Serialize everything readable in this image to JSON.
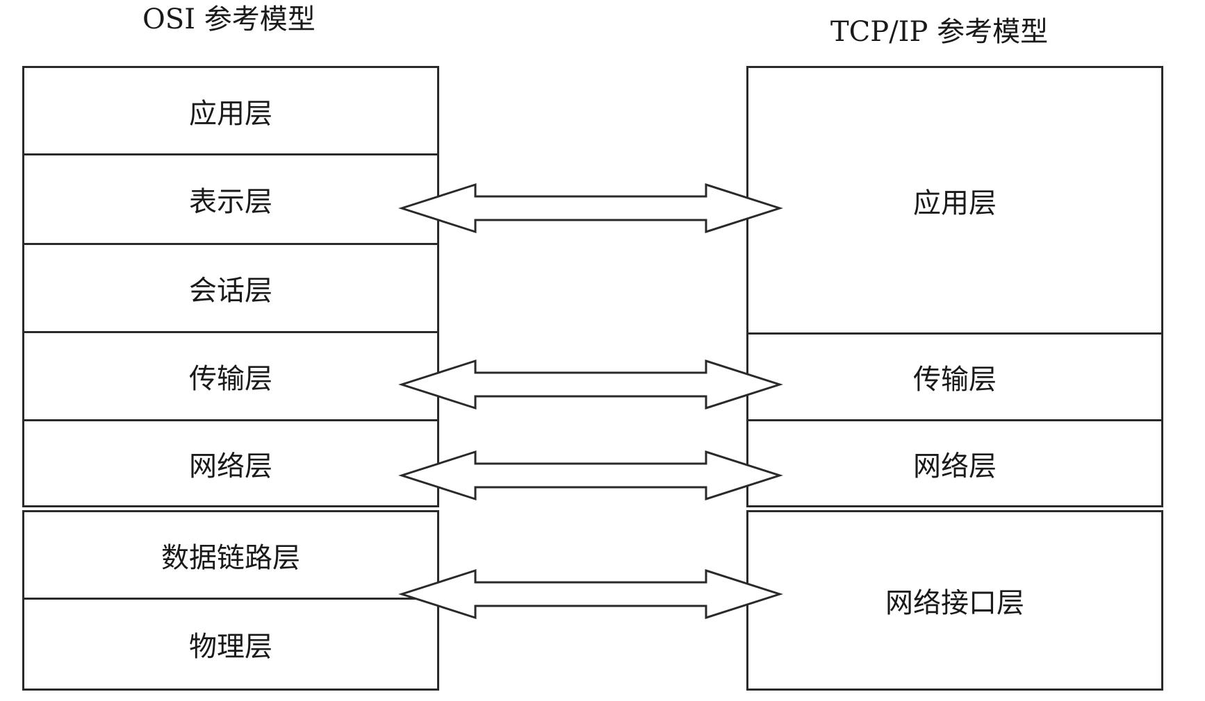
{
  "osi": {
    "title": "OSI 参考模型",
    "layers": [
      {
        "label": "应用层"
      },
      {
        "label": "表示层"
      },
      {
        "label": "会话层"
      },
      {
        "label": "传输层"
      },
      {
        "label": "网络层"
      },
      {
        "label": "数据链路层"
      },
      {
        "label": "物理层"
      }
    ]
  },
  "tcpip": {
    "title": "TCP/IP 参考模型",
    "layers": [
      {
        "label": "应用层"
      },
      {
        "label": "传输层"
      },
      {
        "label": "网络层"
      },
      {
        "label": "网络接口层"
      }
    ]
  }
}
